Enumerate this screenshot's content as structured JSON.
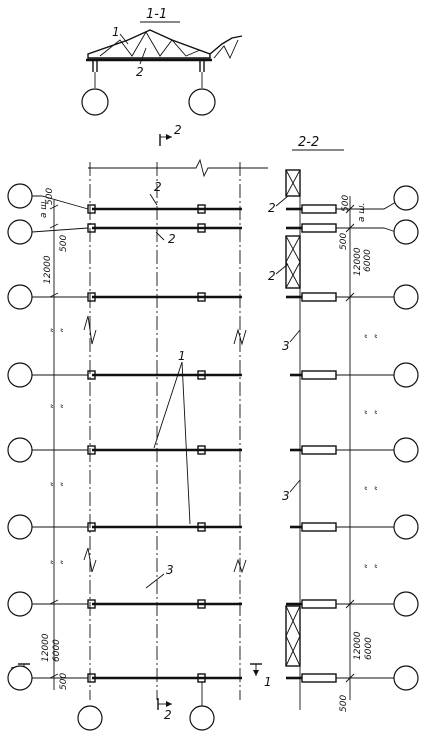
{
  "sections": {
    "section_1_1": "1-1",
    "section_2_2": "2-2",
    "cut_2": "2",
    "cut_1": "1"
  },
  "labels": {
    "one": "1",
    "two": "2",
    "three": "3"
  },
  "dimensions": {
    "d500": "500",
    "d12000": "12000",
    "d6000": "6000",
    "ash": "a ш.",
    "ditto": "„"
  }
}
